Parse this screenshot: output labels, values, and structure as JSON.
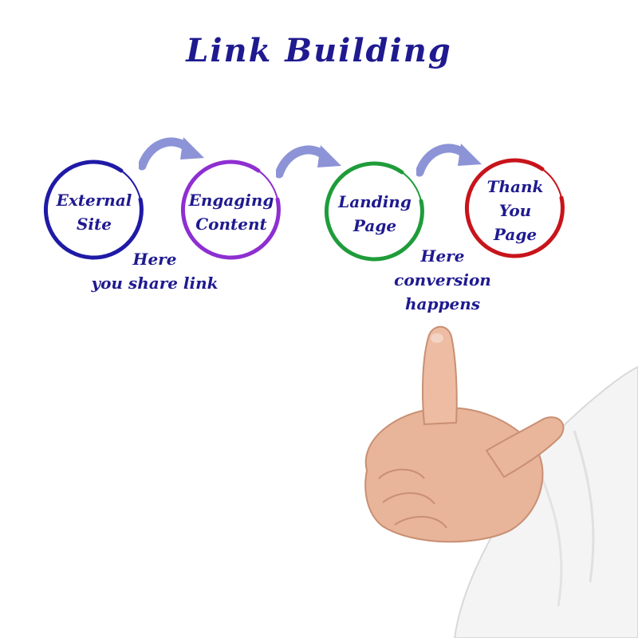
{
  "title": "Link Building",
  "steps": [
    {
      "label": "External\nSite",
      "color": "#1f1aa6"
    },
    {
      "label": "Engaging\nContent",
      "color": "#8e2fd1"
    },
    {
      "label": "Landing\nPage",
      "color": "#1f9c3a"
    },
    {
      "label": "Thank\nYou\nPage",
      "color": "#c8141b"
    }
  ],
  "notes": {
    "share": "Here\nyou share link",
    "conversion": "Here\nconversion\nhappens"
  },
  "colors": {
    "text": "#1f1a8f",
    "arrow": "#8c93d6"
  },
  "image": {
    "hand": "pointing-hand-in-white-sleeve"
  }
}
